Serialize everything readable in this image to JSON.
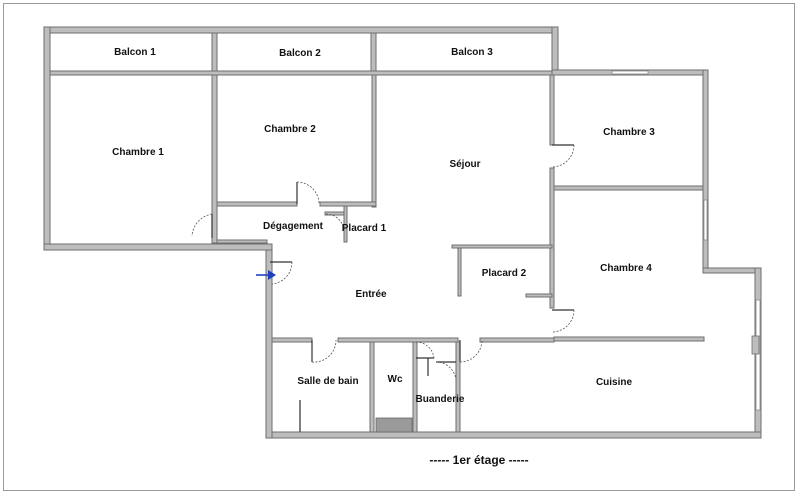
{
  "rooms": {
    "balcon1": "Balcon 1",
    "balcon2": "Balcon 2",
    "balcon3": "Balcon 3",
    "chambre1": "Chambre 1",
    "chambre2": "Chambre 2",
    "chambre3": "Chambre 3",
    "chambre4": "Chambre 4",
    "sejour": "Séjour",
    "degagement": "Dégagement",
    "placard1": "Placard 1",
    "placard2": "Placard 2",
    "entree": "Entrée",
    "salle_de_bain": "Salle de bain",
    "wc": "Wc",
    "buanderie": "Buanderie",
    "cuisine": "Cuisine"
  },
  "caption": "----- 1er étage -----",
  "colors": {
    "wall_fill": "#bdbdbd",
    "wall_stroke": "#6e6e6e",
    "entry_arrow": "#1f3fbf"
  }
}
